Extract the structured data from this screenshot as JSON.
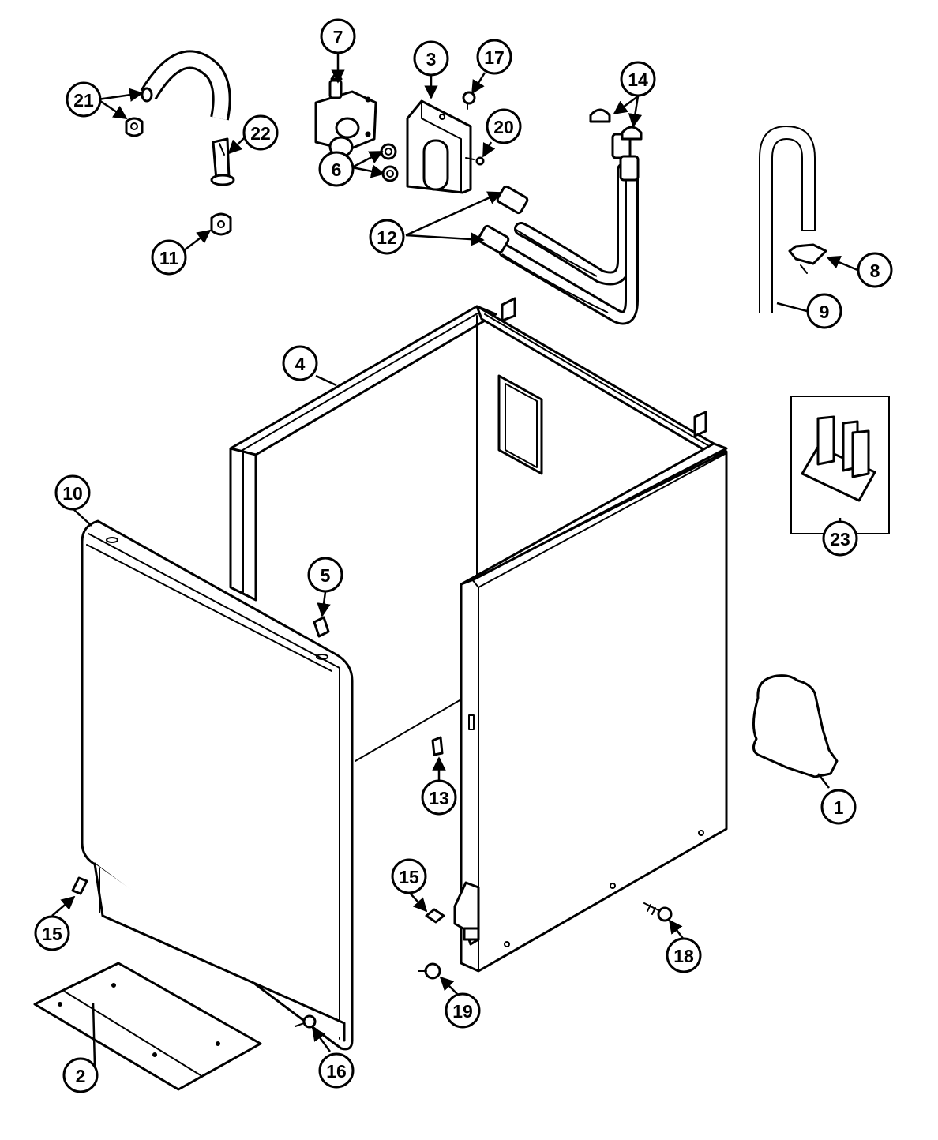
{
  "callouts": [
    {
      "id": "c1",
      "label": "1"
    },
    {
      "id": "c2",
      "label": "2"
    },
    {
      "id": "c3",
      "label": "3"
    },
    {
      "id": "c4",
      "label": "4"
    },
    {
      "id": "c5",
      "label": "5"
    },
    {
      "id": "c6",
      "label": "6"
    },
    {
      "id": "c7",
      "label": "7"
    },
    {
      "id": "c8",
      "label": "8"
    },
    {
      "id": "c9",
      "label": "9"
    },
    {
      "id": "c10",
      "label": "10"
    },
    {
      "id": "c11",
      "label": "11"
    },
    {
      "id": "c12",
      "label": "12"
    },
    {
      "id": "c13",
      "label": "13"
    },
    {
      "id": "c14",
      "label": "14"
    },
    {
      "id": "c15a",
      "label": "15"
    },
    {
      "id": "c15b",
      "label": "15"
    },
    {
      "id": "c16",
      "label": "16"
    },
    {
      "id": "c17",
      "label": "17"
    },
    {
      "id": "c18",
      "label": "18"
    },
    {
      "id": "c19",
      "label": "19"
    },
    {
      "id": "c20",
      "label": "20"
    },
    {
      "id": "c21",
      "label": "21"
    },
    {
      "id": "c22",
      "label": "22"
    },
    {
      "id": "c23",
      "label": "23"
    }
  ]
}
